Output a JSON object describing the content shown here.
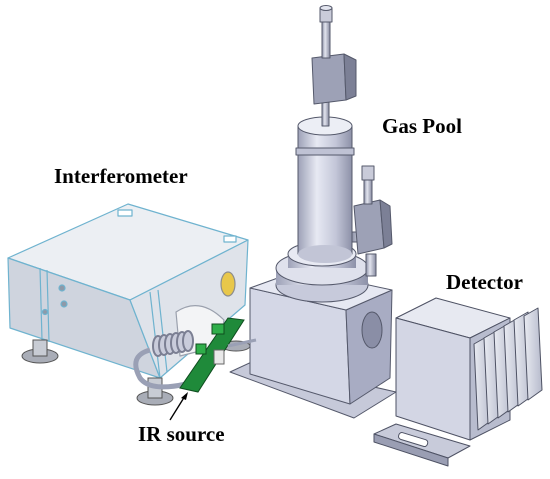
{
  "labels": {
    "interferometer": "Interferometer",
    "gas_pool": "Gas Pool",
    "detector": "Detector",
    "ir_source": "IR source"
  },
  "colors": {
    "background": "#ffffff",
    "interferometer_face": "#dfe3ea",
    "interferometer_edge": "#6fb3cf",
    "metal_light": "#d9dce9",
    "metal_mid": "#b9bdd2",
    "metal_dark": "#8f94ab",
    "pcb_green": "#1f8a3a",
    "text": "#000000"
  }
}
